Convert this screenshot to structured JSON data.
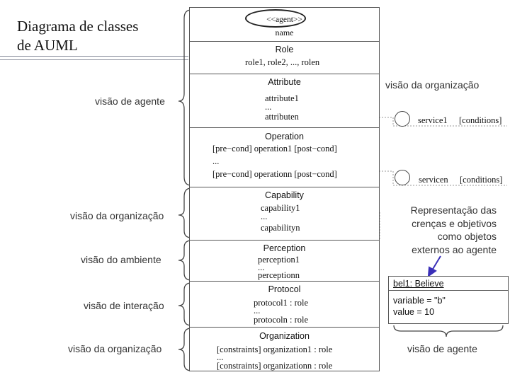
{
  "title_lines": [
    "Diagrama de classes",
    "de AUML"
  ],
  "header": {
    "stereotype": "<<agent>>",
    "name": "name"
  },
  "role": {
    "label": "Role",
    "lines": [
      "role1, role2, ..., rolen"
    ]
  },
  "attribute": {
    "label": "Attribute",
    "lines": [
      "attribute1",
      "...",
      "attributen"
    ]
  },
  "operation": {
    "label": "Operation",
    "lines": [
      "[pre−cond] operation1 [post−cond]",
      "...",
      "[pre−cond] operationn [post−cond]"
    ]
  },
  "capability": {
    "label": "Capability",
    "lines": [
      "capability1",
      "...",
      "capabilityn"
    ]
  },
  "perception": {
    "label": "Perception",
    "lines": [
      "perception1",
      "...",
      "perceptionn"
    ]
  },
  "protocol": {
    "label": "Protocol",
    "lines": [
      "protocol1 : role",
      "...",
      "protocoln : role"
    ]
  },
  "organization": {
    "label": "Organization",
    "lines": [
      "[constraints] organization1 : role",
      "...",
      "[constraints] organizationn : role"
    ]
  },
  "side_labels": {
    "agent_view": "visão de agente",
    "org_view_capability": "visão da organização",
    "environment_view": "visão do ambiente",
    "interaction_view": "visão de interação",
    "org_view_organization": "visão da organização"
  },
  "right": {
    "org_view": "visão da organização",
    "service1": {
      "name": "service1",
      "conditions": "[conditions]"
    },
    "servicen": {
      "name": "servicen",
      "conditions": "[conditions]"
    },
    "note": [
      "Representação das",
      "crenças e objetivos",
      "como objetos",
      "externos ao agente"
    ],
    "object": {
      "title": "bel1: Believe",
      "attr1": "variable = \"b\"",
      "attr2": "value = 10"
    },
    "agent_view": "visão de agente"
  },
  "colors": {
    "ellipse": "#222222",
    "arrow": "#3a2fb8",
    "rules": "#8a8f9c"
  }
}
